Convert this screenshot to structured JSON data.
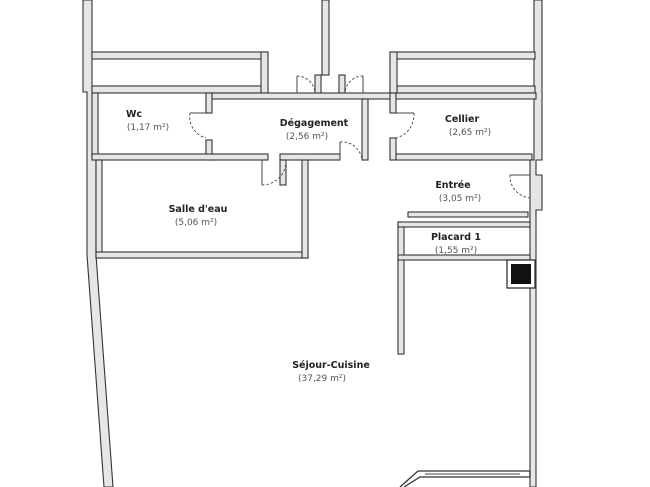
{
  "plan": {
    "rooms": [
      {
        "id": "wc",
        "name": "Wc",
        "area": "(1,17 m²)"
      },
      {
        "id": "degagement",
        "name": "Dégagement",
        "area": "(2,56 m²)"
      },
      {
        "id": "cellier",
        "name": "Cellier",
        "area": "(2,65 m²)"
      },
      {
        "id": "entree",
        "name": "Entrée",
        "area": "(3,05 m²)"
      },
      {
        "id": "salle-eau",
        "name": "Salle d'eau",
        "area": "(5,06 m²)"
      },
      {
        "id": "placard",
        "name": "Placard 1",
        "area": "(1,55 m²)"
      },
      {
        "id": "sejour",
        "name": "Séjour-Cuisine",
        "area": "(37,29 m²)"
      }
    ]
  }
}
